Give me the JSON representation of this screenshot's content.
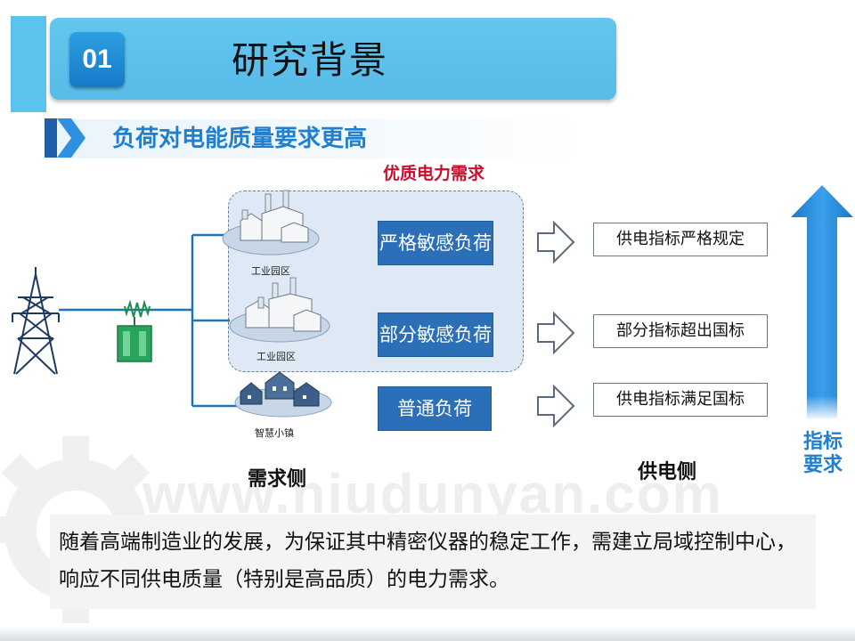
{
  "header": {
    "number": "01",
    "title": "研究背景"
  },
  "subtitle": "负荷对电能质量要求更高",
  "premium_label": "优质电力需求",
  "loads": {
    "strict": "严格敏感负荷",
    "partial": "部分敏感负荷",
    "normal": "普通负荷"
  },
  "standards": {
    "strict": "供电指标严格规定",
    "partial": "部分指标超出国标",
    "normal": "供电指标满足国标"
  },
  "zones": {
    "industrial_1": "工业园区",
    "industrial_2": "工业园区",
    "town": "智慧小镇"
  },
  "sides": {
    "demand": "需求侧",
    "supply": "供电侧"
  },
  "index_requirement": "指标要求",
  "watermark": "www.niudunyan.com",
  "bottom_text": "随着高端制造业的发展，为保证其中精密仪器的稳定工作，需建立局域控制中心，响应不同供电质量（特别是高品质）的电力需求。",
  "colors": {
    "header_bar": "#5cc3ee",
    "badge": "#1f86d3",
    "subtitle": "#1f7fd0",
    "load_box": "#2a6fb8",
    "premium_label": "#c8102e",
    "arrow": "#2b8ad9"
  },
  "icons": [
    "chevron-right-icon",
    "power-tower-icon",
    "transformer-icon",
    "factory-icon",
    "town-icon",
    "hollow-arrow-right-icon",
    "up-arrow-icon",
    "gear-icon"
  ]
}
